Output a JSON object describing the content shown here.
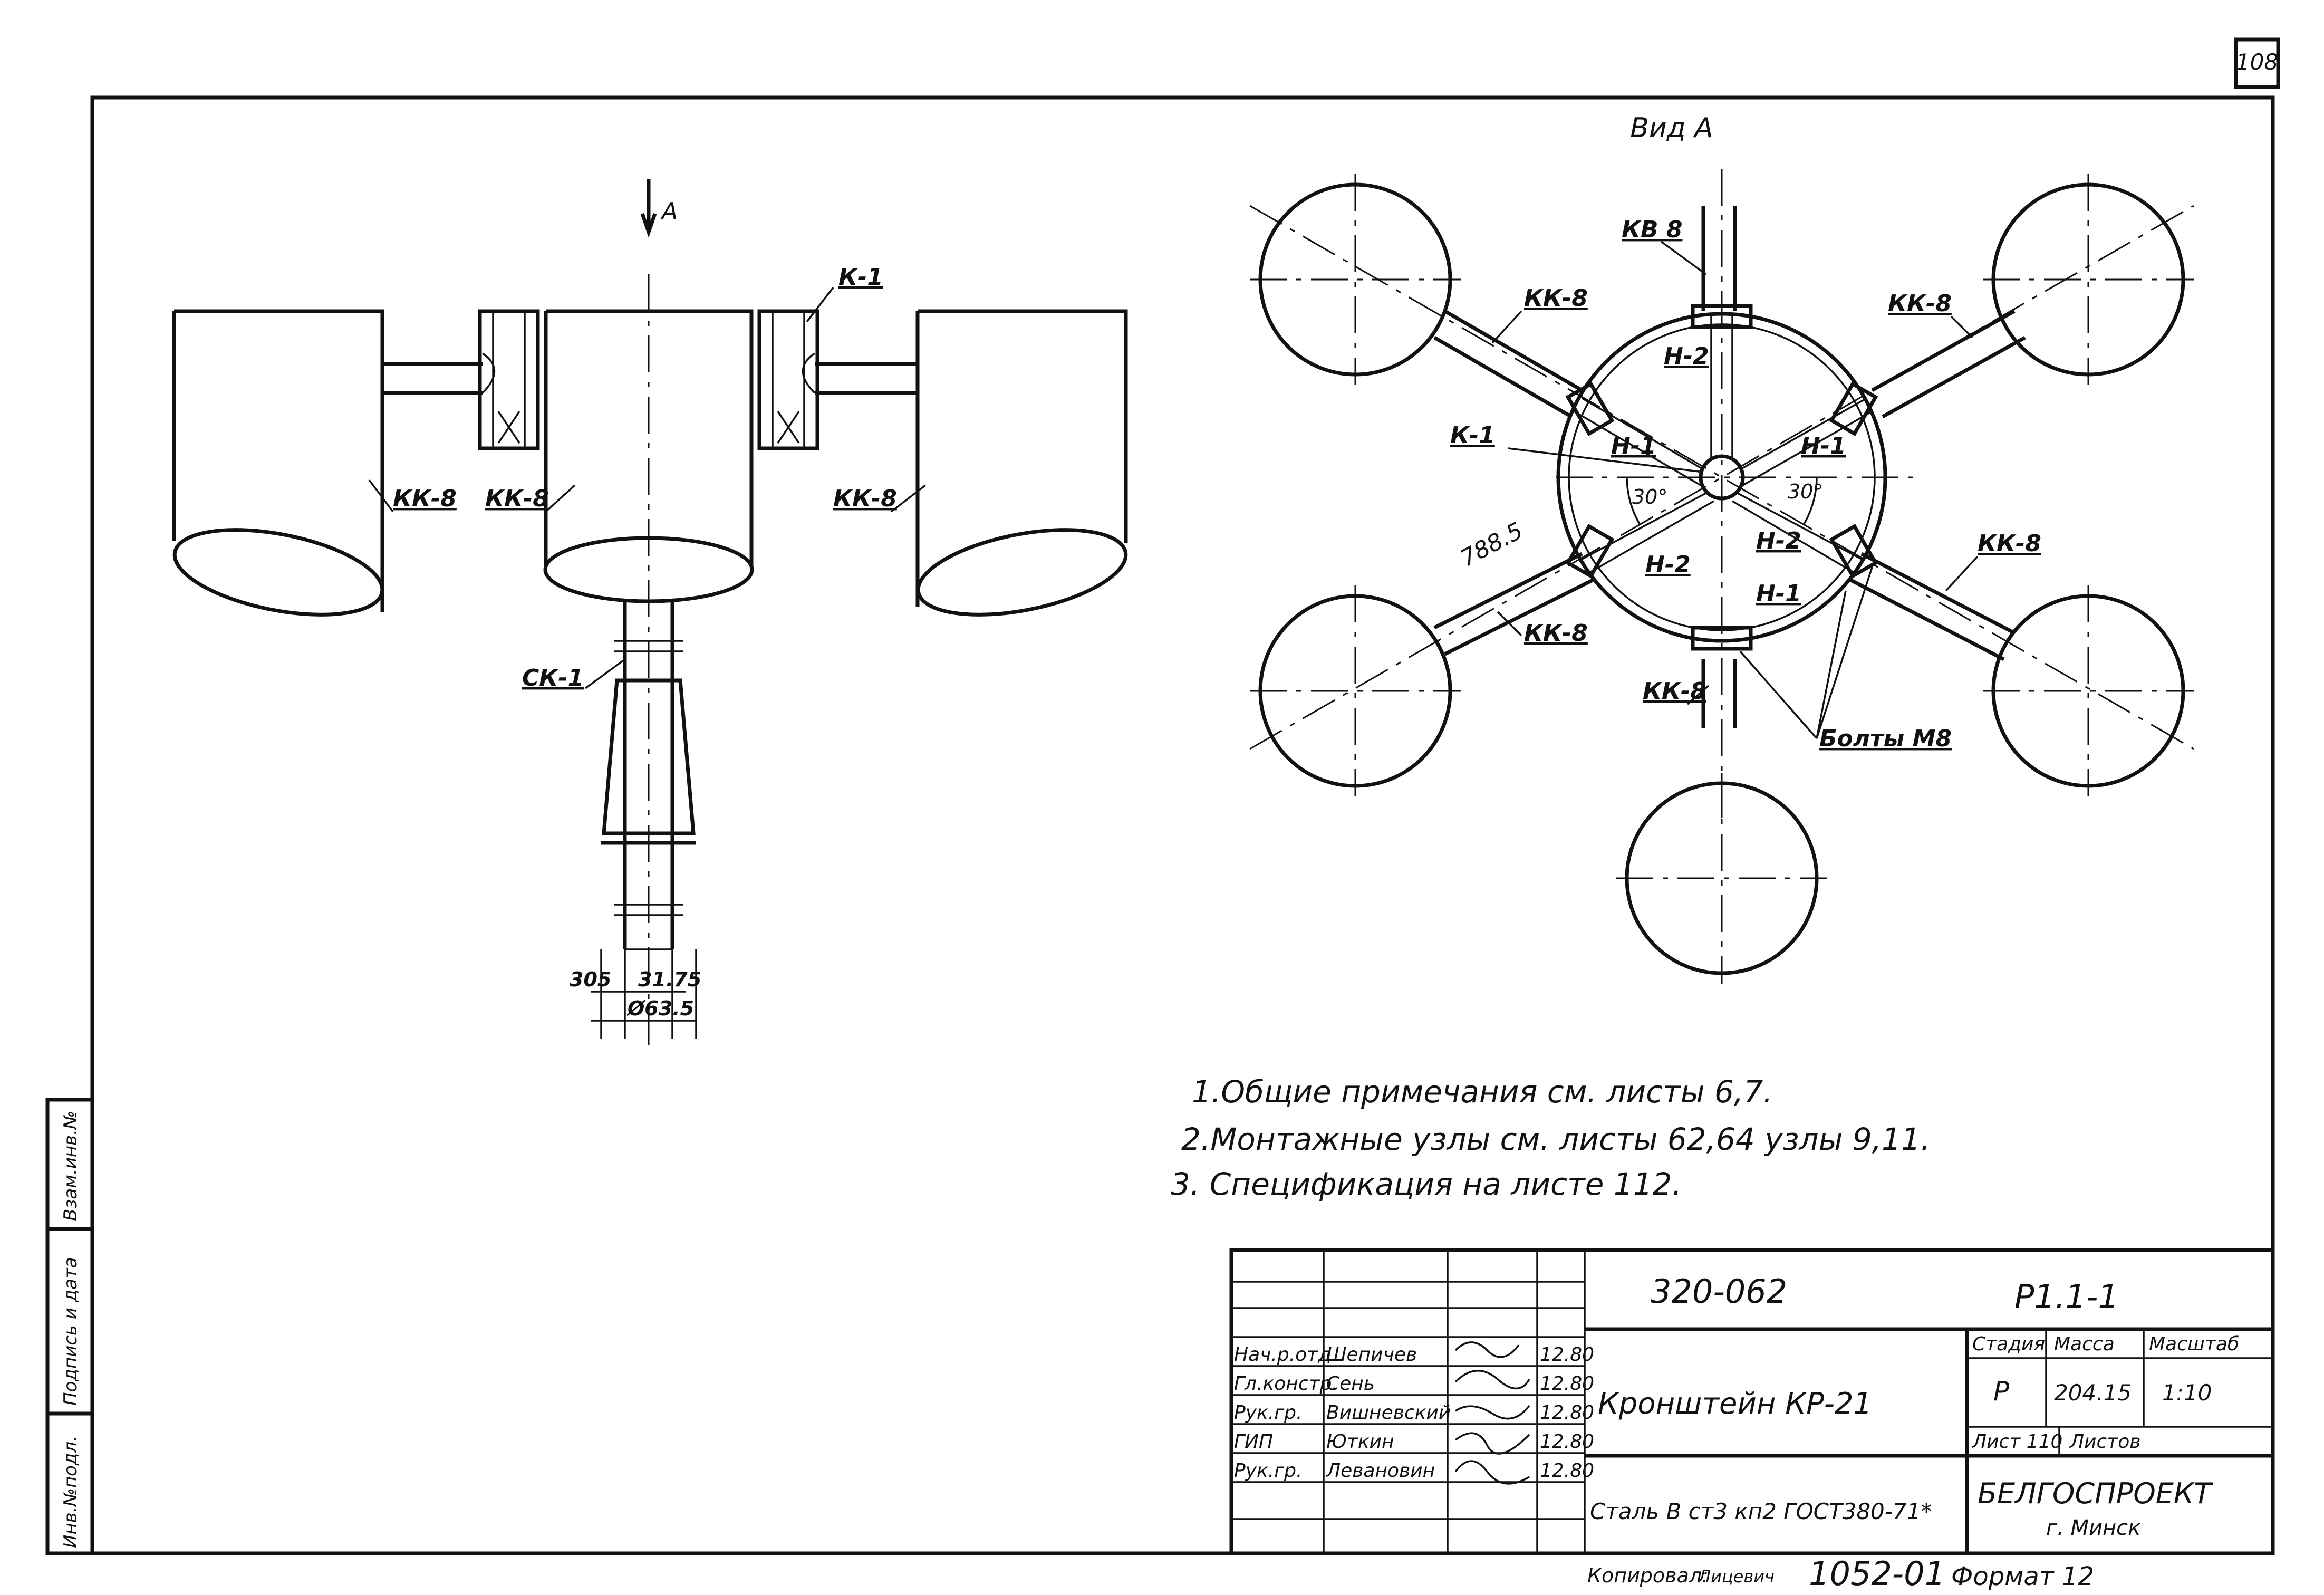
{
  "sheet": {
    "page_number": "108"
  },
  "view_a_title": "Вид А",
  "section_mark": "А",
  "side_view": {
    "labels": {
      "kk8_left": "КК-8",
      "kk8_center": "КК-8",
      "kk8_right": "КК-8",
      "k1": "К-1",
      "sk1": "СК-1"
    },
    "dims": {
      "d1": "305",
      "d2": "31.75",
      "d3": "Ø63.5"
    }
  },
  "plan_view": {
    "labels": {
      "kv8": "КВ 8",
      "kk8_ul": "КК-8",
      "kk8_ur": "КК-8",
      "kk8_r": "КК-8",
      "kk8_ll": "КК-8",
      "kk8_b": "КК-8",
      "k1": "К-1",
      "h2_top": "Н-2",
      "h1_left": "Н-1",
      "h1_right": "Н-1",
      "h2_lower_left": "Н-2",
      "h2_lower_right": "Н-2",
      "h1_bottom": "Н-1",
      "angle_left": "30°",
      "angle_right": "30°",
      "radius": "788.5",
      "bolts": "Болты М8"
    }
  },
  "notes": [
    "1.Общие примечания см. листы 6,7.",
    "2.Монтажные узлы см. листы 62,64 узлы 9,11.",
    "3. Спецификация на листе 112."
  ],
  "title_block": {
    "doc_number": "320-062",
    "series": "Р1.1-1",
    "part_name": "Кронштейн КР-21",
    "material": "Сталь В ст3 кп2 ГОСТ380-71*",
    "col_stage": "Стадия",
    "col_mass": "Масса",
    "col_scale": "Масштаб",
    "stage": "Р",
    "mass": "204.15",
    "scale": "1:10",
    "sheet_label": "Лист 110",
    "sheets_label": "Листов",
    "org": "БЕЛГОСПРОЕКТ",
    "city": "г. Минск",
    "signers": [
      {
        "role": "Нач.р.отд",
        "name": "Шепичев",
        "date": "12.80"
      },
      {
        "role": "Гл.констр.",
        "name": "Сень",
        "date": "12.80"
      },
      {
        "role": "Рук.гр.",
        "name": "Вишневский",
        "date": "12.80"
      },
      {
        "role": "ГИП",
        "name": "Юткин",
        "date": "12.80"
      },
      {
        "role": "Рук.гр.",
        "name": "Левановин",
        "date": "12.80"
      }
    ]
  },
  "side_stamp": [
    "Инв.№подл.",
    "Подпись и дата",
    "Взам.инв.№"
  ],
  "footer": {
    "copied": "Копировал:",
    "copied_name": "Лицевич",
    "order": "1052-01",
    "format": "Формат 12"
  }
}
